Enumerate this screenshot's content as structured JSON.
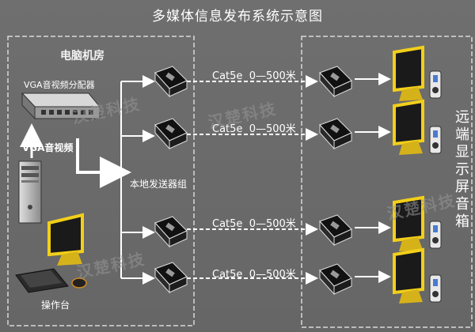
{
  "title": "多媒体信息发布系统示意图",
  "computer_room": {
    "label": "电脑机房",
    "splitter_label": "VGA音视频分配器",
    "vga_label": "VGA音视频",
    "transmitter_group_label": "本地发送器组",
    "console_label": "操作台"
  },
  "links": [
    {
      "cable": "Cat5e",
      "distance": "0—500米"
    },
    {
      "cable": "Cat5e",
      "distance": "0—500米"
    },
    {
      "cable": "Cat5e",
      "distance": "0—500米"
    },
    {
      "cable": "Cat5e",
      "distance": "0—500米"
    }
  ],
  "remote_label": "远端显示屏音箱",
  "watermarks": [
    "汉楚科技",
    "汉楚科技",
    "汉楚科技",
    "汉楚科技"
  ],
  "colors": {
    "background": "#6b6b6b",
    "lines": "#ffffff",
    "monitor_frame": "#f2cf1a",
    "box_border": "#d8d8d8"
  }
}
